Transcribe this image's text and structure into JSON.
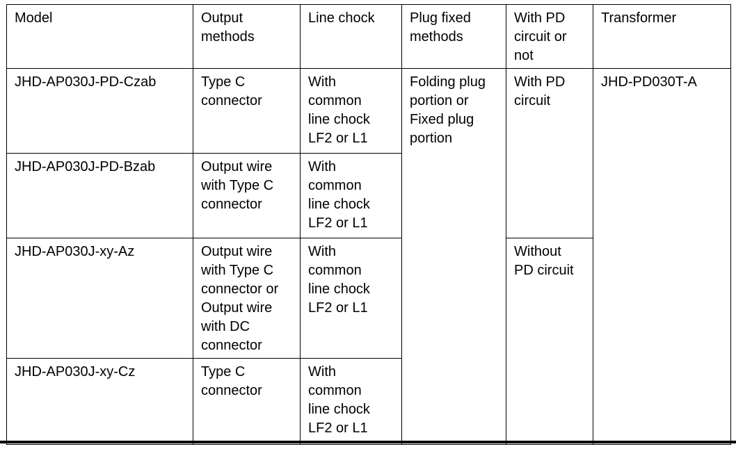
{
  "table": {
    "columns": [
      {
        "key": "model",
        "header": "Model"
      },
      {
        "key": "output",
        "header": "Output\nmethods"
      },
      {
        "key": "chock",
        "header": "Line chock"
      },
      {
        "key": "plug",
        "header": "Plug fixed\nmethods"
      },
      {
        "key": "pd",
        "header": "With PD\ncircuit or\nnot"
      },
      {
        "key": "transformer",
        "header": "Transformer"
      }
    ],
    "rows": [
      {
        "model": "JHD-AP030J-PD-Czab",
        "output": "Type C\nconnector",
        "chock": "With\ncommon\nline chock\nLF2 or L1"
      },
      {
        "model": "JHD-AP030J-PD-Bzab",
        "output": "Output wire\nwith Type C\nconnector",
        "chock": "With\ncommon\nline chock\nLF2 or L1"
      },
      {
        "model": "JHD-AP030J-xy-Az",
        "output": "Output wire\nwith Type C\nconnector or\nOutput wire\nwith DC\nconnector",
        "chock": "With\ncommon\nline chock\nLF2 or L1"
      },
      {
        "model": "JHD-AP030J-xy-Cz",
        "output": "Type C\nconnector",
        "chock": "With\ncommon\nline chock\nLF2 or L1"
      }
    ],
    "merged": {
      "plug_fixed_methods": "Folding plug\nportion or\nFixed plug\nportion",
      "pd_with": "With PD\ncircuit",
      "pd_without": "Without\nPD circuit",
      "transformer": "JHD-PD030T-A"
    }
  },
  "colors": {
    "border": "#000000",
    "text": "#000000",
    "background": "#ffffff"
  }
}
